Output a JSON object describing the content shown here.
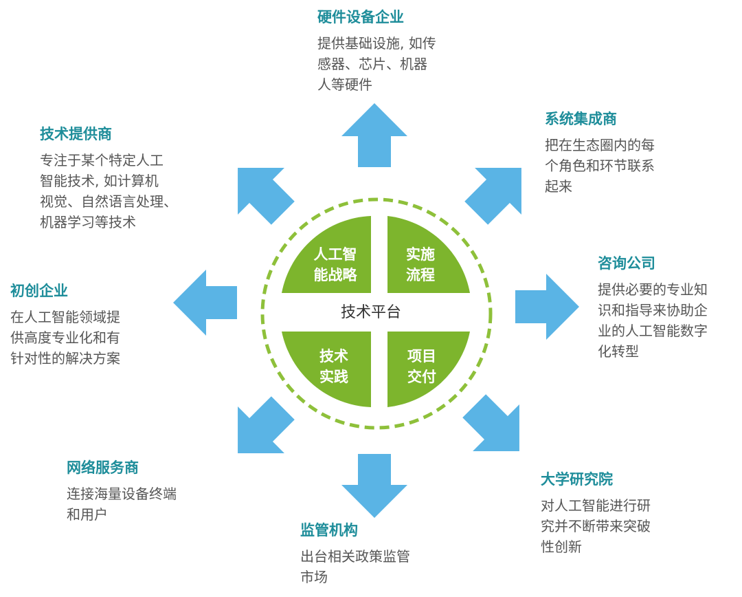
{
  "colors": {
    "arrow": "#5ab4e5",
    "quadrant": "#7db52d",
    "ring": "#8ec03a",
    "title": "#1e8d9a",
    "text": "#555555"
  },
  "center": {
    "label": "技术平台",
    "quadrants": [
      {
        "lines": [
          "人工智",
          "能战略"
        ]
      },
      {
        "lines": [
          "实施",
          "流程"
        ]
      },
      {
        "lines": [
          "技术",
          "实践"
        ]
      },
      {
        "lines": [
          "项目",
          "交付"
        ]
      }
    ]
  },
  "nodes": {
    "hardware": {
      "title": "硬件设备企业",
      "lines": [
        "提供基础设施, 如传",
        "感器、芯片、机器",
        "人等硬件"
      ]
    },
    "integrator": {
      "title": "系统集成商",
      "lines": [
        "把在生态圈内的每",
        "个角色和环节联系",
        "起来"
      ]
    },
    "consulting": {
      "title": "咨询公司",
      "lines": [
        "提供必要的专业知",
        "识和指导来协助企",
        "业的人工智能数字",
        "化转型"
      ]
    },
    "university": {
      "title": "大学研究院",
      "lines": [
        "对人工智能进行研",
        "究并不断带来突破",
        "性创新"
      ]
    },
    "regulator": {
      "title": "监管机构",
      "lines": [
        "出台相关政策监管",
        "市场"
      ]
    },
    "network": {
      "title": "网络服务商",
      "lines": [
        "连接海量设备终端",
        "和用户"
      ]
    },
    "startup": {
      "title": "初创企业",
      "lines": [
        "在人工智能领域提",
        "供高度专业化和有",
        "针对性的解决方案"
      ]
    },
    "tech": {
      "title": "技术提供商",
      "lines": [
        "专注于某个特定人工",
        "智能技术, 如计算机",
        "视觉、自然语言处理、",
        "机器学习等技术"
      ]
    }
  }
}
